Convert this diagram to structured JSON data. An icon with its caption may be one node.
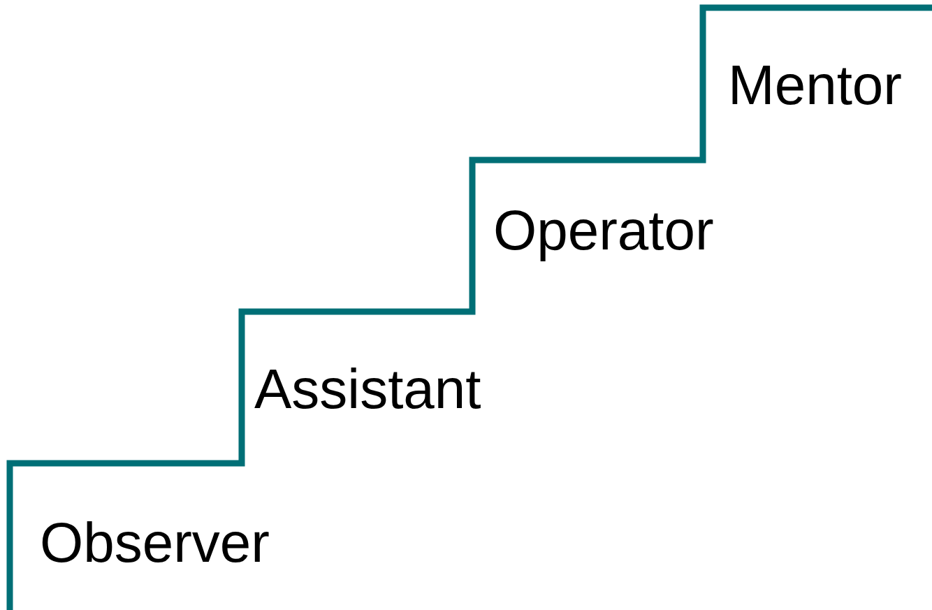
{
  "diagram": {
    "labels": [
      "Observer",
      "Assistant",
      "Operator",
      "Mentor"
    ]
  }
}
